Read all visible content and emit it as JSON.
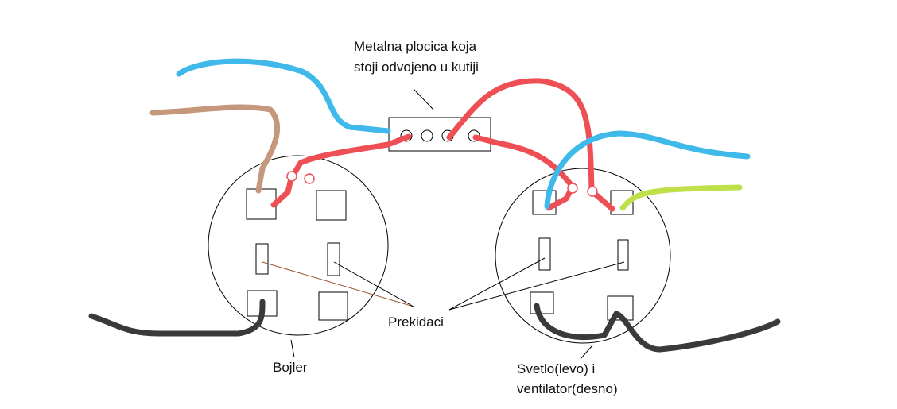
{
  "labels": {
    "plate_line1": "Metalna plocica koja",
    "plate_line2": "stoji odvojeno u kutiji",
    "switches": "Prekidaci",
    "boiler": "Bojler",
    "light_fan_line1": "Svetlo(levo) i",
    "light_fan_line2": "ventilator(desno)"
  },
  "colors": {
    "blue_wire": "#3fb8ea",
    "brown_wire": "#c5977c",
    "red_wire": "#ee4f55",
    "green_wire": "#bfe04a",
    "black_wire": "#3a3a3a"
  }
}
